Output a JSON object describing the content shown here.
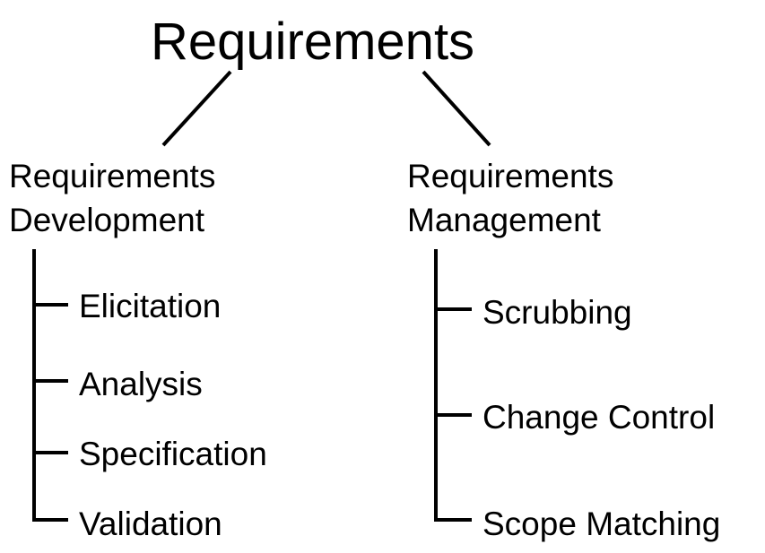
{
  "diagram": {
    "root": "Requirements",
    "left_branch": {
      "title_line1": "Requirements",
      "title_line2": "Development",
      "children": [
        "Elicitation",
        "Analysis",
        "Specification",
        "Validation"
      ]
    },
    "right_branch": {
      "title_line1": "Requirements",
      "title_line2": "Management",
      "children": [
        "Scrubbing",
        "Change Control",
        "Scope Matching"
      ]
    },
    "colors": {
      "line": "#000000",
      "text": "#000000",
      "background": "#ffffff"
    }
  }
}
